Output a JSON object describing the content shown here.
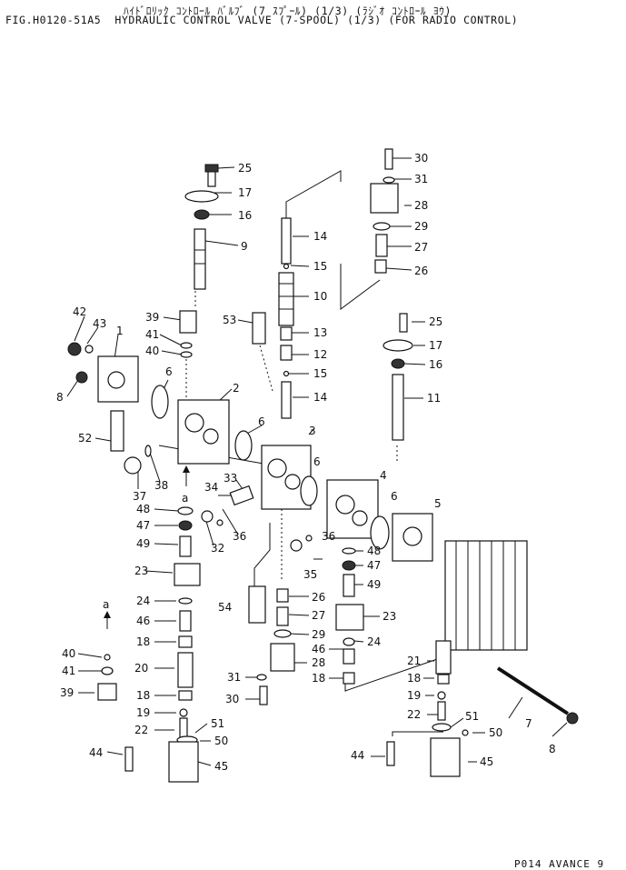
{
  "header": {
    "line1": "ﾊｲﾄﾞﾛﾘｯｸ ｺﾝﾄﾛｰﾙ ﾊﾞﾙﾌﾞ (7 ｽﾌﾟｰﾙ) (1/3) (ﾗｼﾞｵ ｺﾝﾄﾛｰﾙ ﾖｳ)",
    "line2": "FIG.H0120-51A5  HYDRAULIC CONTROL VALVE (7-SPOOL) (1/3) (FOR RADIO CONTROL)"
  },
  "footer": "P014 AVANCE 9",
  "view_marker": "a",
  "callouts": [
    {
      "id": "c25a",
      "text": "25"
    },
    {
      "id": "c17a",
      "text": "17"
    },
    {
      "id": "c16a",
      "text": "16"
    },
    {
      "id": "c9",
      "text": "9"
    },
    {
      "id": "c30a",
      "text": "30"
    },
    {
      "id": "c31a",
      "text": "31"
    },
    {
      "id": "c28a",
      "text": "28"
    },
    {
      "id": "c29a",
      "text": "29"
    },
    {
      "id": "c27a",
      "text": "27"
    },
    {
      "id": "c26a",
      "text": "26"
    },
    {
      "id": "c14a",
      "text": "14"
    },
    {
      "id": "c15a",
      "text": "15"
    },
    {
      "id": "c10",
      "text": "10"
    },
    {
      "id": "c13",
      "text": "13"
    },
    {
      "id": "c12",
      "text": "12"
    },
    {
      "id": "c15b",
      "text": "15"
    },
    {
      "id": "c14b",
      "text": "14"
    },
    {
      "id": "c25b",
      "text": "25"
    },
    {
      "id": "c17b",
      "text": "17"
    },
    {
      "id": "c16b",
      "text": "16"
    },
    {
      "id": "c11",
      "text": "11"
    },
    {
      "id": "c42",
      "text": "42"
    },
    {
      "id": "c43",
      "text": "43"
    },
    {
      "id": "c1",
      "text": "1"
    },
    {
      "id": "c8a",
      "text": "8"
    },
    {
      "id": "c39a",
      "text": "39"
    },
    {
      "id": "c41a",
      "text": "41"
    },
    {
      "id": "c40a",
      "text": "40"
    },
    {
      "id": "c53",
      "text": "53"
    },
    {
      "id": "c6a",
      "text": "6"
    },
    {
      "id": "c2",
      "text": "2"
    },
    {
      "id": "c6b",
      "text": "6"
    },
    {
      "id": "c3",
      "text": "3"
    },
    {
      "id": "c52",
      "text": "52"
    },
    {
      "id": "c6c",
      "text": "6"
    },
    {
      "id": "c38",
      "text": "38"
    },
    {
      "id": "c37",
      "text": "37"
    },
    {
      "id": "c33",
      "text": "33"
    },
    {
      "id": "c34",
      "text": "34"
    },
    {
      "id": "c4",
      "text": "4"
    },
    {
      "id": "c6d",
      "text": "6"
    },
    {
      "id": "c5",
      "text": "5"
    },
    {
      "id": "c48a",
      "text": "48"
    },
    {
      "id": "c47a",
      "text": "47"
    },
    {
      "id": "c36a",
      "text": "36"
    },
    {
      "id": "c49a",
      "text": "49"
    },
    {
      "id": "c32",
      "text": "32"
    },
    {
      "id": "c36b",
      "text": "36"
    },
    {
      "id": "c48b",
      "text": "48"
    },
    {
      "id": "c47b",
      "text": "47"
    },
    {
      "id": "c35",
      "text": "35"
    },
    {
      "id": "c49b",
      "text": "49"
    },
    {
      "id": "c23a",
      "text": "23"
    },
    {
      "id": "c24a",
      "text": "24"
    },
    {
      "id": "c46a",
      "text": "46"
    },
    {
      "id": "c54",
      "text": "54"
    },
    {
      "id": "c26b",
      "text": "26"
    },
    {
      "id": "c27b",
      "text": "27"
    },
    {
      "id": "c23b",
      "text": "23"
    },
    {
      "id": "c18a",
      "text": "18"
    },
    {
      "id": "c29b",
      "text": "29"
    },
    {
      "id": "c46b",
      "text": "46"
    },
    {
      "id": "c24b",
      "text": "24"
    },
    {
      "id": "c40b",
      "text": "40"
    },
    {
      "id": "c20",
      "text": "20"
    },
    {
      "id": "c28b",
      "text": "28"
    },
    {
      "id": "c21",
      "text": "21"
    },
    {
      "id": "c41b",
      "text": "41"
    },
    {
      "id": "c31b",
      "text": "31"
    },
    {
      "id": "c18b",
      "text": "18"
    },
    {
      "id": "c18c",
      "text": "18"
    },
    {
      "id": "c39b",
      "text": "39"
    },
    {
      "id": "c18d",
      "text": "18"
    },
    {
      "id": "c30b",
      "text": "30"
    },
    {
      "id": "c19a",
      "text": "19"
    },
    {
      "id": "c19b",
      "text": "19"
    },
    {
      "id": "c22a",
      "text": "22"
    },
    {
      "id": "c51a",
      "text": "51"
    },
    {
      "id": "c22b",
      "text": "22"
    },
    {
      "id": "c51b",
      "text": "51"
    },
    {
      "id": "c50a",
      "text": "50"
    },
    {
      "id": "c7",
      "text": "7"
    },
    {
      "id": "c50b",
      "text": "50"
    },
    {
      "id": "c44a",
      "text": "44"
    },
    {
      "id": "c45a",
      "text": "45"
    },
    {
      "id": "c44b",
      "text": "44"
    },
    {
      "id": "c45b",
      "text": "45"
    },
    {
      "id": "c8b",
      "text": "8"
    }
  ]
}
